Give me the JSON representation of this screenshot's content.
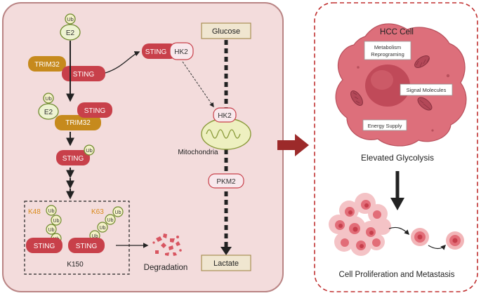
{
  "colors": {
    "cell_fill": "#f3dcdc",
    "cell_border": "#b98484",
    "sting": "#c8404a",
    "trim32": "#c68a1d",
    "ub_fill": "#f4f1c8",
    "ub_border": "#6f8a2e",
    "e2_fill": "#eef3d2",
    "box_fill": "#f0e6d0",
    "hcc_body": "#dd6f7b",
    "hcc_nucleus": "#c04a59",
    "dashed_red": "#c03030",
    "lysine_label": "#d98a1a",
    "big_arrow": "#9c2a2a"
  },
  "ubiquitin": {
    "label": "Ub"
  },
  "e2": {
    "label": "E2"
  },
  "trim32": {
    "label": "TRIM32"
  },
  "sting": {
    "label": "STING"
  },
  "hk2": {
    "label": "HK2"
  },
  "metabolism": {
    "glucose": "Glucose",
    "lactate": "Lactate",
    "pkm2": "PKM2",
    "mitochondria": "Mitochondria"
  },
  "ubiquitination": {
    "k48": "K48",
    "k63": "K63",
    "k150": "K150",
    "degradation": "Degradation"
  },
  "hcc": {
    "title": "HCC Cell",
    "metabolism_reprogramming": [
      "Metabolism",
      "Reprograming"
    ],
    "signal_molecules": "Signal Molecules",
    "energy_supply": "Energy Supply",
    "elevated_glycolysis": "Elevated Glycolysis",
    "proliferation": "Cell Proliferation and Metastasis"
  }
}
